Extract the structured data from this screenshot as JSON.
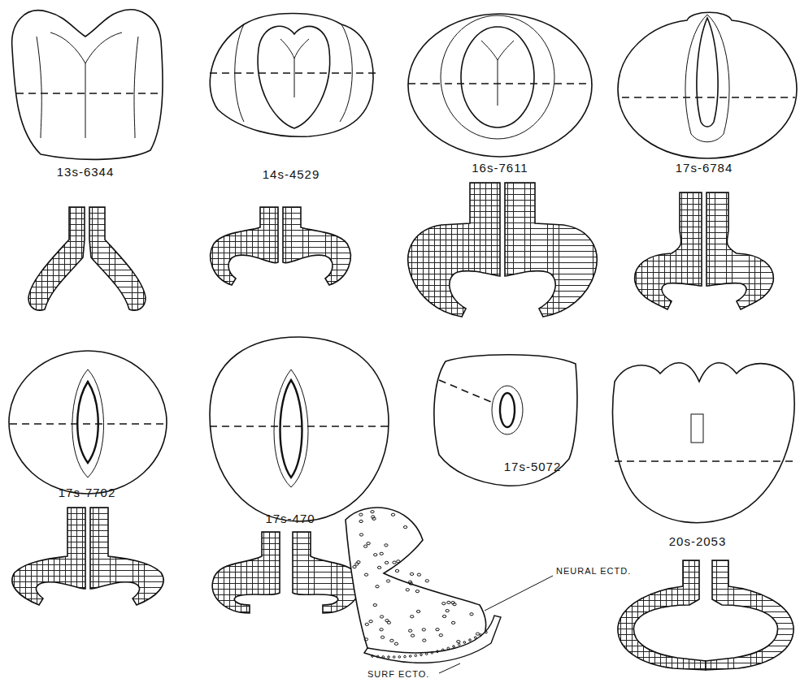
{
  "diagram": {
    "labels": [
      "13s-6344",
      "14s-4529",
      "16s-7611",
      "17s-6784",
      "17s-7702",
      "17s-470",
      "17s-5072",
      "20s-2053",
      "NEURAL ECTD.",
      "SURF ECTO."
    ]
  }
}
